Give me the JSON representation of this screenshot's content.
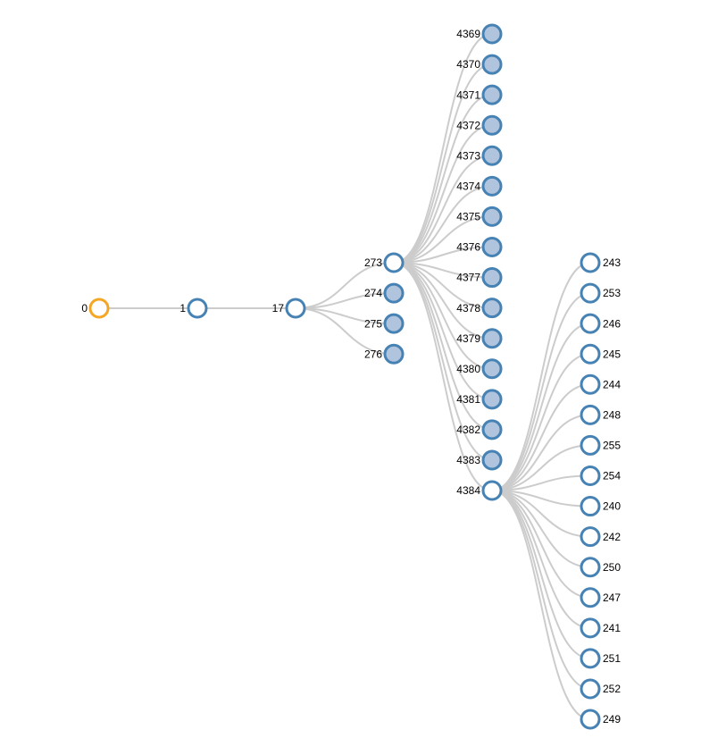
{
  "colors": {
    "link": "#cccccc",
    "node_stroke": "#4682b4",
    "root_stroke": "#f5a623",
    "collapsed_fill": "#b0c4de",
    "expanded_fill": "#ffffff"
  },
  "tree": {
    "id": "0",
    "kind": "root",
    "children": [
      {
        "id": "1",
        "kind": "expanded",
        "children": [
          {
            "id": "17",
            "kind": "expanded",
            "children": [
              {
                "id": "273",
                "kind": "expanded",
                "children": [
                  {
                    "id": "4369",
                    "kind": "collapsed"
                  },
                  {
                    "id": "4370",
                    "kind": "collapsed"
                  },
                  {
                    "id": "4371",
                    "kind": "collapsed"
                  },
                  {
                    "id": "4372",
                    "kind": "collapsed"
                  },
                  {
                    "id": "4373",
                    "kind": "collapsed"
                  },
                  {
                    "id": "4374",
                    "kind": "collapsed"
                  },
                  {
                    "id": "4375",
                    "kind": "collapsed"
                  },
                  {
                    "id": "4376",
                    "kind": "collapsed"
                  },
                  {
                    "id": "4377",
                    "kind": "collapsed"
                  },
                  {
                    "id": "4378",
                    "kind": "collapsed"
                  },
                  {
                    "id": "4379",
                    "kind": "collapsed"
                  },
                  {
                    "id": "4380",
                    "kind": "collapsed"
                  },
                  {
                    "id": "4381",
                    "kind": "collapsed"
                  },
                  {
                    "id": "4382",
                    "kind": "collapsed"
                  },
                  {
                    "id": "4383",
                    "kind": "collapsed"
                  },
                  {
                    "id": "4384",
                    "kind": "expanded",
                    "children": [
                      {
                        "id": "243",
                        "kind": "leaf"
                      },
                      {
                        "id": "253",
                        "kind": "leaf"
                      },
                      {
                        "id": "246",
                        "kind": "leaf"
                      },
                      {
                        "id": "245",
                        "kind": "leaf"
                      },
                      {
                        "id": "244",
                        "kind": "leaf"
                      },
                      {
                        "id": "248",
                        "kind": "leaf"
                      },
                      {
                        "id": "255",
                        "kind": "leaf"
                      },
                      {
                        "id": "254",
                        "kind": "leaf"
                      },
                      {
                        "id": "240",
                        "kind": "leaf"
                      },
                      {
                        "id": "242",
                        "kind": "leaf"
                      },
                      {
                        "id": "250",
                        "kind": "leaf"
                      },
                      {
                        "id": "247",
                        "kind": "leaf"
                      },
                      {
                        "id": "241",
                        "kind": "leaf"
                      },
                      {
                        "id": "251",
                        "kind": "leaf"
                      },
                      {
                        "id": "252",
                        "kind": "leaf"
                      },
                      {
                        "id": "249",
                        "kind": "leaf"
                      }
                    ]
                  }
                ]
              },
              {
                "id": "274",
                "kind": "collapsed"
              },
              {
                "id": "275",
                "kind": "collapsed"
              },
              {
                "id": "276",
                "kind": "collapsed"
              }
            ]
          }
        ]
      }
    ]
  }
}
